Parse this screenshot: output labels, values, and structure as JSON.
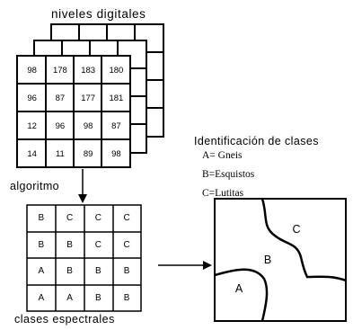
{
  "top_title": "niveles digitales",
  "digital_grid": [
    [
      "98",
      "178",
      "183",
      "180"
    ],
    [
      "96",
      "87",
      "177",
      "181"
    ],
    [
      "12",
      "96",
      "98",
      "87"
    ],
    [
      "14",
      "11",
      "89",
      "98"
    ]
  ],
  "algorithm_label": "algoritmo",
  "spectral_grid": [
    [
      "B",
      "C",
      "C",
      "C"
    ],
    [
      "B",
      "B",
      "C",
      "C"
    ],
    [
      "A",
      "B",
      "B",
      "B"
    ],
    [
      "A",
      "A",
      "B",
      "B"
    ]
  ],
  "bottom_label": "clases espectrales",
  "identification": {
    "title": "Identificación de clases",
    "legend": [
      "A= Gneis",
      "B=Esquistos",
      "C=Lutitas"
    ]
  },
  "map_regions": [
    "A",
    "B",
    "C"
  ]
}
